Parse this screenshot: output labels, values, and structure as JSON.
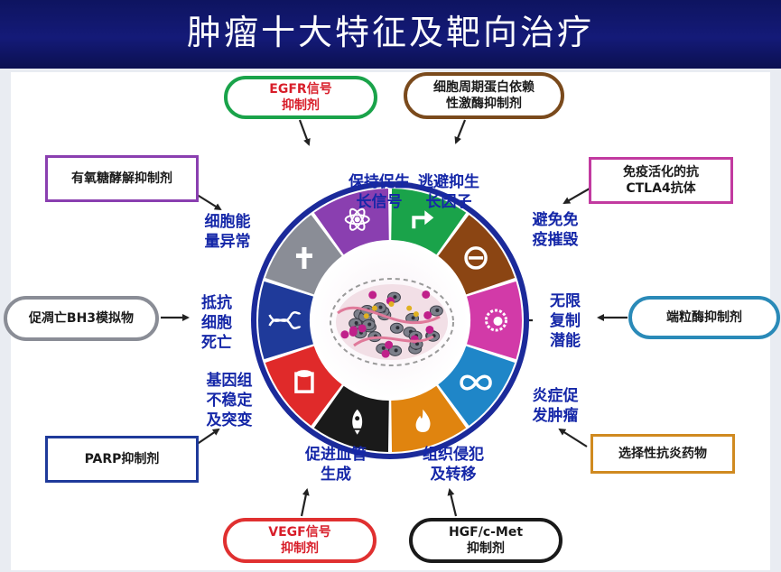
{
  "title": "肿瘤十大特征及靶向治疗",
  "hallmarks": [
    {
      "label": "保持促生\n长信号",
      "color": "#1aa34a",
      "icon": "arrow-up-right-icon"
    },
    {
      "label": "逃避抑生\n长因子",
      "color": "#8b4513",
      "icon": "prohibited-icon"
    },
    {
      "label": "避免免\n疫摧毁",
      "color": "#d23aa8",
      "icon": "immune-cell-icon"
    },
    {
      "label": "无限\n复制\n潜能",
      "color": "#1f86c8",
      "icon": "infinity-icon"
    },
    {
      "label": "炎症促\n发肿瘤",
      "color": "#e0840f",
      "icon": "flame-icon"
    },
    {
      "label": "组织侵犯\n及转移",
      "color": "#1a1a1a",
      "icon": "rocket-icon"
    },
    {
      "label": "促进血管\n生成",
      "color": "#e02a2a",
      "icon": "blood-vessel-icon"
    },
    {
      "label": "基因组\n不稳定\n及突变",
      "color": "#1f3a9a",
      "icon": "dna-icon"
    },
    {
      "label": "抵抗\n细胞\n死亡",
      "color": "#8a8d96",
      "icon": "cross-icon"
    },
    {
      "label": "细胞能\n量异常",
      "color": "#8a3fb0",
      "icon": "atom-icon"
    }
  ],
  "therapies": [
    {
      "label": "EGFR信号\n抑制剂",
      "color": "#1aa34a",
      "shape": "pill"
    },
    {
      "label": "细胞周期蛋白依赖\n性激酶抑制剂",
      "color": "#7a4a1c",
      "shape": "pill"
    },
    {
      "label": "免疫活化的抗\nCTLA4抗体",
      "color": "#c23aa0",
      "shape": "rect"
    },
    {
      "label": "端粒酶抑制剂",
      "color": "#2a8ab8",
      "shape": "pill"
    },
    {
      "label": "选择性抗炎药物",
      "color": "#d08a20",
      "shape": "rect"
    },
    {
      "label": "HGF/c-Met\n抑制剂",
      "color": "#1a1a1a",
      "shape": "pill"
    },
    {
      "label": "VEGF信号\n抑制剂",
      "color": "#e03030",
      "shape": "pill"
    },
    {
      "label": "PARP抑制剂",
      "color": "#1f3a9a",
      "shape": "rect"
    },
    {
      "label": "促凋亡BH3模拟物",
      "color": "#8a8d96",
      "shape": "pill"
    },
    {
      "label": "有氧糖酵解抑制剂",
      "color": "#8a3fb0",
      "shape": "rect"
    }
  ],
  "colors": {
    "ring": "#1b2a9a",
    "title_bg": "#141a78",
    "label": "#1527a8"
  }
}
